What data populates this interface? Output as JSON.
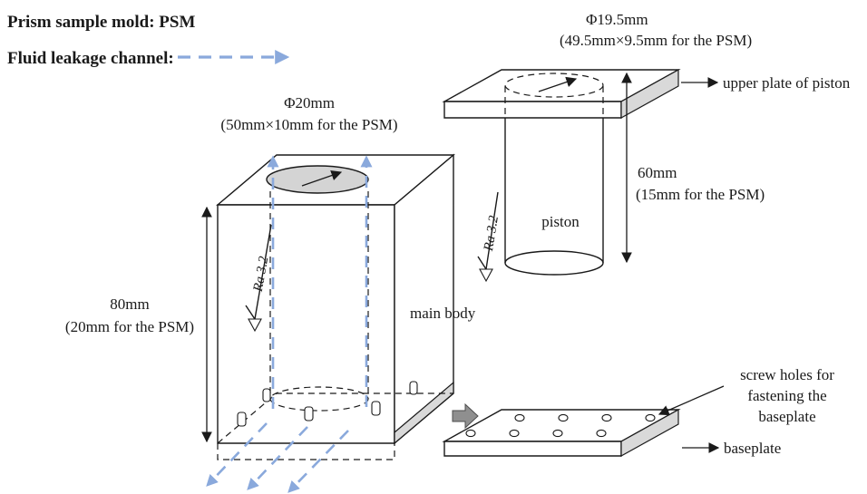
{
  "legend": {
    "mold_label": "Prism sample mold: PSM",
    "leakage_label": "Fluid leakage channel:"
  },
  "main_body": {
    "name_label": "main body",
    "diameter_label": "Φ20mm",
    "diameter_sub": "(50mm×10mm for the PSM)",
    "height_label": "80mm",
    "height_sub": "(20mm for the PSM)",
    "roughness_label": "Ra 3.2"
  },
  "piston": {
    "name_label": "piston",
    "upper_plate_label": "upper plate of piston",
    "diameter_label": "Φ19.5mm",
    "diameter_sub": "(49.5mm×9.5mm for the PSM)",
    "height_label": "60mm",
    "height_sub": "(15mm for the PSM)",
    "roughness_label": "Ra 3.2"
  },
  "baseplate": {
    "name_label": "baseplate",
    "screw_note_line1": "screw holes for",
    "screw_note_line2": "fastening the",
    "screw_note_line3": "baseplate"
  },
  "colors": {
    "leakage_channel": "#8aa9dc",
    "outline": "#1a1a1a",
    "shaded_face": "#d9d9d9",
    "bore_top": "#d4d4d4"
  }
}
